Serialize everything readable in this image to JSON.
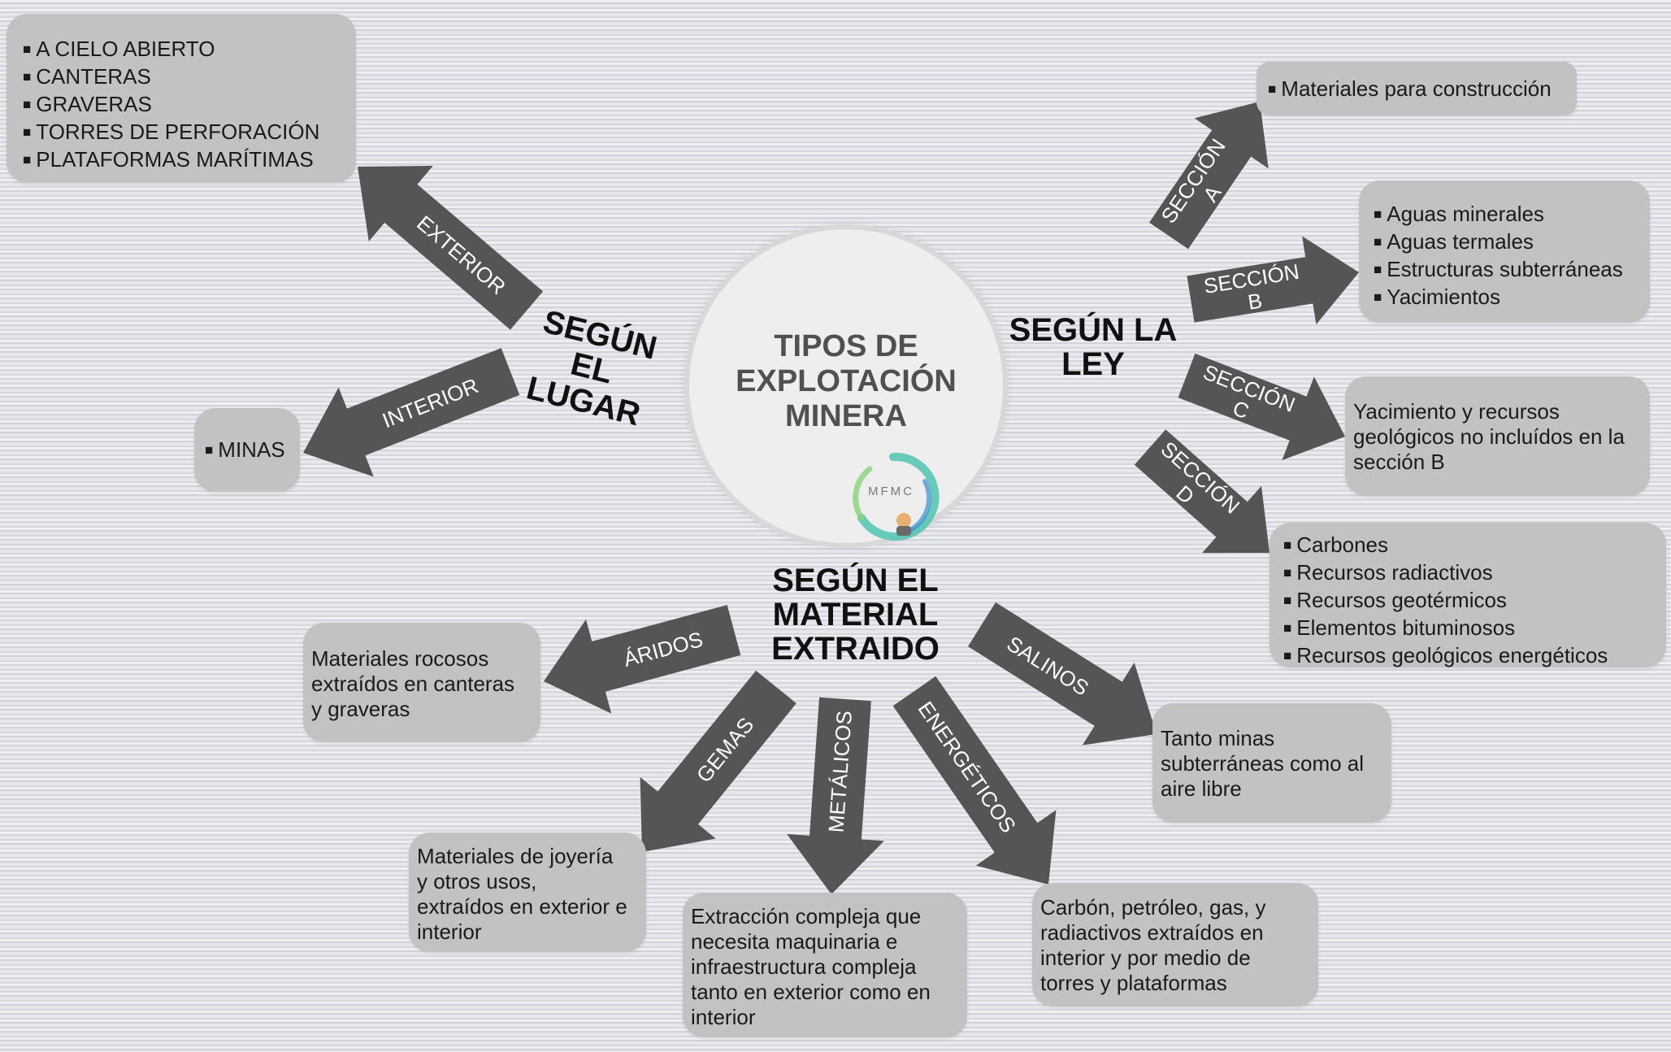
{
  "center": {
    "title": "TIPOS DE\nEXPLOTACIÓN\nMINERA",
    "logo_text": "MFMC"
  },
  "headings": {
    "lugar": "SEGÚN EL\nLUGAR",
    "ley": "SEGÚN LA\nLEY",
    "material": "SEGÚN EL\nMATERIAL\nEXTRAIDO"
  },
  "arrows": {
    "exterior": "EXTERIOR",
    "interior": "INTERIOR",
    "seccion_a": [
      "SECCIÓN",
      "A"
    ],
    "seccion_b": [
      "SECCIÓN",
      "B"
    ],
    "seccion_c": [
      "SECCIÓN",
      "C"
    ],
    "seccion_d": [
      "SECCIÓN",
      "D"
    ],
    "aridos": "ÁRIDOS",
    "gemas": "GEMAS",
    "metalicos": "METÁLICOS",
    "energeticos": "ENERGÉTICOS",
    "salinos": "SALINOS"
  },
  "boxes": {
    "exterior": [
      "A CIELO ABIERTO",
      "CANTERAS",
      "GRAVERAS",
      "TORRES DE PERFORACIÓN",
      "PLATAFORMAS MARÍTIMAS"
    ],
    "interior": [
      "MINAS"
    ],
    "seccion_a": [
      "Materiales para construcción"
    ],
    "seccion_b": [
      "Aguas minerales",
      "Aguas termales",
      "Estructuras subterráneas",
      "Yacimientos"
    ],
    "seccion_c": "Yacimiento y recursos\ngeológicos no incluídos en la\nsección B",
    "seccion_d": [
      "Carbones",
      "Recursos radiactivos",
      "Recursos geotérmicos",
      "Elementos bituminosos",
      "Recursos geológicos energéticos"
    ],
    "aridos": "Materiales rocosos\nextraídos en canteras\ny graveras",
    "gemas": "Materiales de joyería\ny otros usos,\nextraídos en exterior e\ninterior",
    "metalicos": "Extracción compleja que\nnecesita maquinaria e\ninfraestructura compleja\ntanto en exterior como en\ninterior",
    "energeticos": "Carbón, petróleo, gas, y\nradiactivos extraídos en\ninterior y por medio de\ntorres y plataformas",
    "salinos": "Tanto minas\nsubterráneas como al\naire libre"
  },
  "colors": {
    "arrow": "#555555",
    "box": "#c2c2c2",
    "heading": "#111111",
    "center_text": "#505050"
  }
}
